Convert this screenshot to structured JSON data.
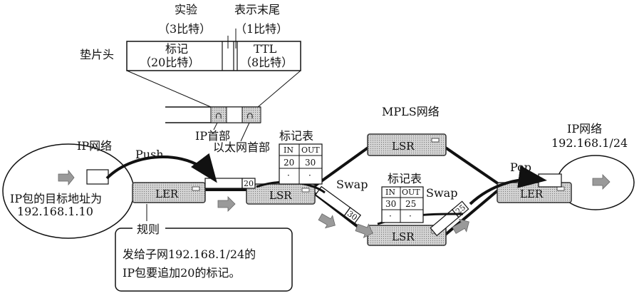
{
  "header_fields": {
    "experimental_label": "实验",
    "experimental_bits": "（3比特）",
    "bottom_of_stack_label": "表示末尾",
    "bottom_of_stack_bits": "（1比特）",
    "shim_header_label": "垫片头",
    "label_field": "标记",
    "label_bits": "（20比特）",
    "ttl_field": "TTL",
    "ttl_bits": "（8比特）"
  },
  "frame_labels": {
    "ip_header": "IP首部",
    "ethernet_header": "以太网首部"
  },
  "networks": {
    "left_title": "IP网络",
    "left_dest_line1": "IP包的目标地址为",
    "left_dest_line2": "192.168.1.10",
    "mpls_title": "MPLS网络",
    "right_title": "IP网络",
    "right_subnet": "192.168.1/24"
  },
  "operations": {
    "push": "Push",
    "swap1": "Swap",
    "swap2": "Swap",
    "pop": "Pop"
  },
  "devices": {
    "ler_left": "LER",
    "lsr_center": "LSR",
    "lsr_top": "LSR",
    "lsr_bottom": "LSR",
    "ler_right": "LER"
  },
  "label_tables": {
    "table1": {
      "title": "标记表",
      "header_in": "IN",
      "header_out": "OUT",
      "row1_in": "20",
      "row1_out": "30",
      "row2_in": "·",
      "row2_out": "·"
    },
    "table2": {
      "title": "标记表",
      "header_in": "IN",
      "header_out": "OUT",
      "row1_in": "30",
      "row1_out": "25",
      "row2_in": "·",
      "row2_out": "·"
    }
  },
  "packet_labels": {
    "label_20": "20",
    "label_30": "30",
    "label_25": "25",
    "header_mark_1": "∩",
    "header_mark_2": "∩"
  },
  "rule": {
    "title": "规则",
    "line1": "发给子网192.168.1/24的",
    "line2": "IP包要追加20的标记。"
  },
  "colors": {
    "device_fill": "#c9c9c9",
    "device_stroke": "#333333",
    "arrow_fill": "#9a9a9a",
    "line": "#111111"
  }
}
